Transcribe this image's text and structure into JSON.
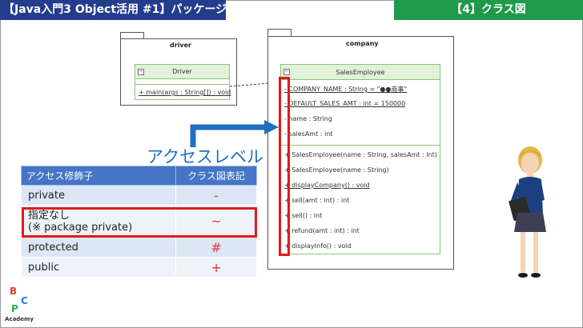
{
  "header": {
    "title": "【Java入門3 Object活用 #1】パッケージ",
    "section": "【4】クラス図"
  },
  "driver_package": {
    "name": "driver",
    "class_name": "Driver",
    "method": "+ main(args : String[]) : void"
  },
  "company_package": {
    "name": "company",
    "class_name": "SalesEmployee",
    "attributes": [
      "- COMPANY_NAME : String = \"●●商事\"",
      "- DEFAULT_SALES_AMT : int = 150000",
      "- name : String",
      "- salesAmt : int"
    ],
    "operations": [
      "+ SalesEmployee(name : String, salesAmt : int)",
      "+ SalesEmployee(name : String)",
      "+ displayCompany() : void",
      "+ sell(amt : int) : int",
      "+ sell() : int",
      "+ refund(amt : int) : int",
      "+ displayInfo() : void"
    ]
  },
  "access_level": {
    "title": "アクセスレベル",
    "headers": [
      "アクセス修飾子",
      "クラス図表記"
    ],
    "rows": [
      {
        "modifier": "private",
        "symbol": "-"
      },
      {
        "modifier": "指定なし",
        "modifier2": "(※ package private)",
        "symbol": "~"
      },
      {
        "modifier": "protected",
        "symbol": "#"
      },
      {
        "modifier": "public",
        "symbol": "+"
      }
    ]
  },
  "logo": {
    "letters": [
      "B",
      "C",
      "P"
    ],
    "text": "Academy"
  },
  "colors": {
    "header_blue": "#233c8c",
    "header_green": "#1f9a4a",
    "highlight_red": "#e11a1a",
    "arrow_blue": "#1f6fc0"
  }
}
